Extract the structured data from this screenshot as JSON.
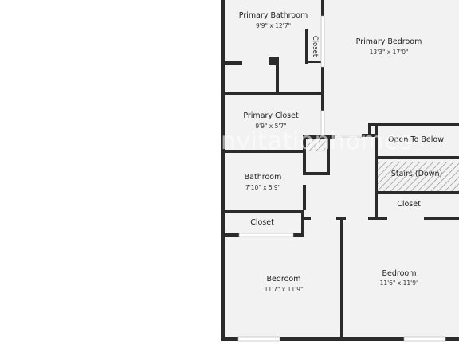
{
  "rooms": {
    "primary_bathroom": {
      "name": "Primary Bathroom",
      "dims": "9'9\" x 12'7\""
    },
    "closet_upper": {
      "name": "Closet"
    },
    "primary_bedroom": {
      "name": "Primary Bedroom",
      "dims": "13'3\" x 17'0\""
    },
    "primary_closet": {
      "name": "Primary Closet",
      "dims": "9'9\" x 5'7\""
    },
    "open_to_below": {
      "name": "Open To Below"
    },
    "stairs": {
      "name": "Stairs (Down)"
    },
    "bathroom": {
      "name": "Bathroom",
      "dims": "7'10\" x 5'9\""
    },
    "closet_right": {
      "name": "Closet"
    },
    "closet_left": {
      "name": "Closet"
    },
    "bedroom_left": {
      "name": "Bedroom",
      "dims": "11'7\" x 11'9\""
    },
    "bedroom_right": {
      "name": "Bedroom",
      "dims": "11'6\" x 11'9\""
    }
  },
  "watermark": {
    "text": "invitationhomes"
  },
  "colors": {
    "wall": "#2b2b2b",
    "floor": "#f2f2f2",
    "hatch": "#9a9a9a",
    "window": "#c8c8c8"
  }
}
